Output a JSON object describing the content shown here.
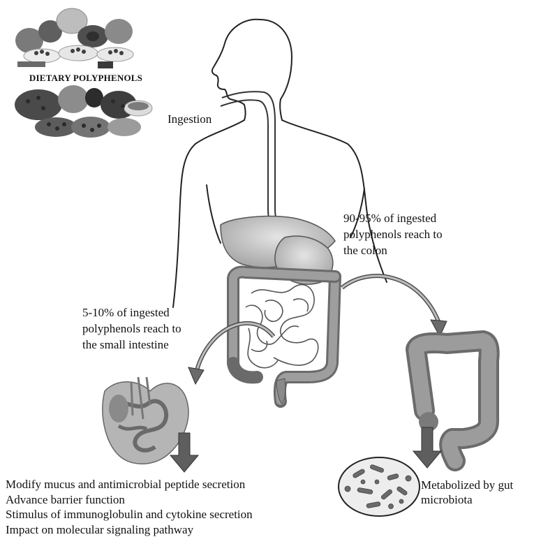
{
  "food": {
    "title": "DIETARY POLYPHENOLS"
  },
  "labels": {
    "ingestion": "Ingestion",
    "colon_line1": "90-95% of ingested",
    "colon_line2": "polyphenols  reach to",
    "colon_line3": "the colon",
    "small_line1": "5-10% of ingested",
    "small_line2": "polyphenols  reach to",
    "small_line3": "the small intestine"
  },
  "effects": [
    "Modify mucus and antimicrobial peptide secretion",
    "Advance barrier function",
    "Stimulus of immunoglobulin and cytokine secretion",
    "Impact on molecular signaling pathway"
  ],
  "microbiota": {
    "line1": "Metabolized by gut",
    "line2": "microbiota"
  },
  "colors": {
    "line": "#222222",
    "organ": "#9a9a9a",
    "arrow": "#6e6e6e",
    "colon": "#8d8d8d"
  }
}
